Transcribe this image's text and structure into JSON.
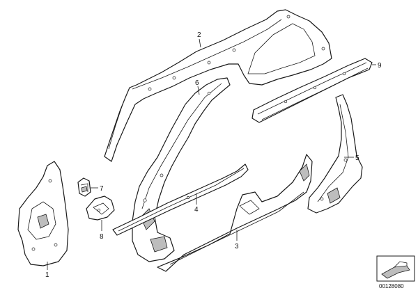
{
  "diagram": {
    "callouts": [
      {
        "id": "c1",
        "label": "1"
      },
      {
        "id": "c2",
        "label": "2"
      },
      {
        "id": "c3",
        "label": "3"
      },
      {
        "id": "c4",
        "label": "4"
      },
      {
        "id": "c5",
        "label": "5"
      },
      {
        "id": "c6",
        "label": "6"
      },
      {
        "id": "c7",
        "label": "7"
      },
      {
        "id": "c8",
        "label": "8"
      },
      {
        "id": "c9",
        "label": "9"
      }
    ],
    "reference_number": "00128080",
    "colors": {
      "line": "#1a1a1a",
      "shade": "#bdbdbd",
      "background": "#ffffff"
    }
  }
}
